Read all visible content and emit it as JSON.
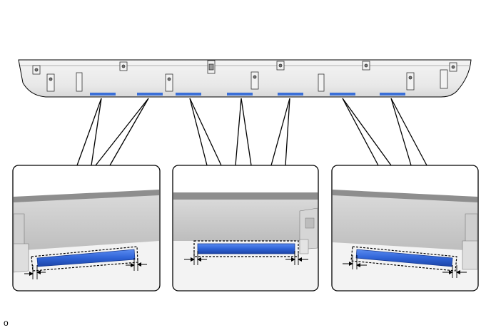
{
  "figure": {
    "code_label": "o",
    "part": "roof-side-garnish-strip",
    "tape_color": "#3a6fd8",
    "tape_dark": "#1f47a8",
    "part_fill": "#ececec",
    "part_shadow": "#cfcfcf",
    "outline_color": "#000000",
    "clip_count": 11,
    "tape_count": 7,
    "detail_panel_count": 3
  }
}
